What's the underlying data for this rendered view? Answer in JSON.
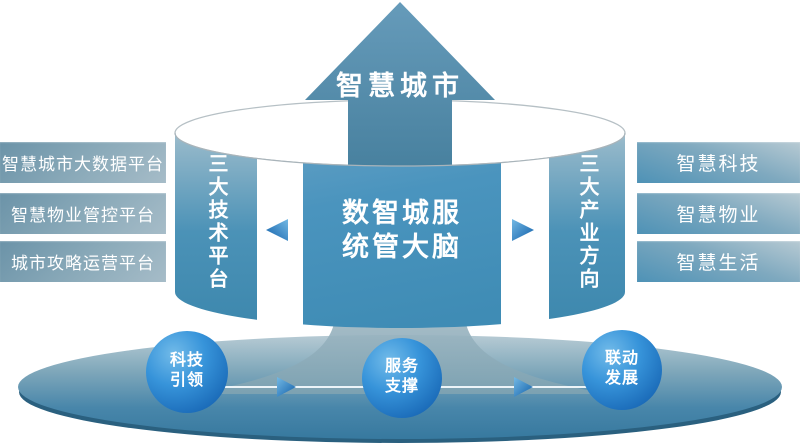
{
  "top_arrow": {
    "label": "智慧城市"
  },
  "cylinder": {
    "left_band_label": "三大技术平台",
    "right_band_label": "三大产业方向",
    "center_title_line1": "数智城服",
    "center_title_line2": "统管大脑"
  },
  "left_panels": {
    "items": [
      {
        "label": "智慧城市大数据平台"
      },
      {
        "label": "智慧物业管控平台"
      },
      {
        "label": "城市攻略运营平台"
      }
    ]
  },
  "right_panels": {
    "items": [
      {
        "label": "智慧科技"
      },
      {
        "label": "智慧物业"
      },
      {
        "label": "智慧生活"
      }
    ]
  },
  "base_circles": [
    {
      "line1": "科技",
      "line2": "引领"
    },
    {
      "line1": "服务",
      "line2": "支撑"
    },
    {
      "line1": "联动",
      "line2": "发展"
    }
  ],
  "colors": {
    "arrow_blue": "#4e88ab",
    "band_blue": "#4b92b7",
    "panel_blue": "#4a94be",
    "bar_left_slate": "#7d9fb2",
    "bar_right_blue": "#4e92b6",
    "circle_blue": "#2f8ad2",
    "circle_deep": "#1563b2",
    "base_ellipse_blue": "#3a7ea5",
    "base_rim_dark": "#2a607f",
    "funnel_gray": "#8fa9b8",
    "text_white": "#ffffff"
  }
}
